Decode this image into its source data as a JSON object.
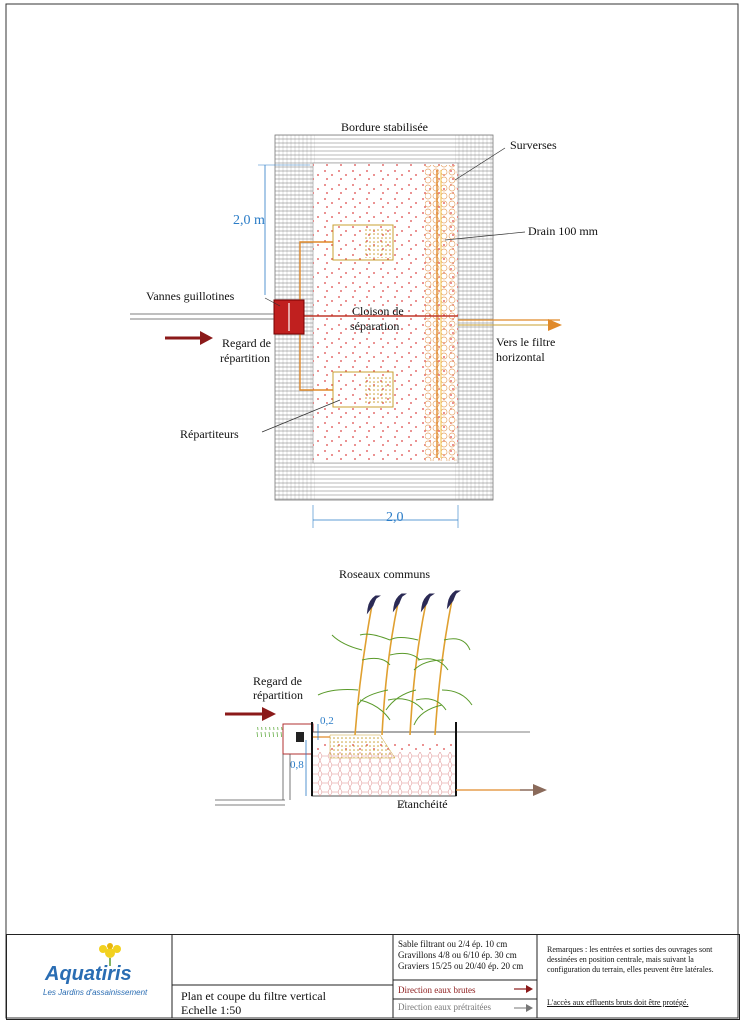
{
  "plan": {
    "top_label": "Bordure stabilisée",
    "surverses": "Surverses",
    "drain": "Drain 100 mm",
    "vannes": "Vannes guillotines",
    "cloison_1": "Cloison de",
    "cloison_2": "séparation",
    "regard_1": "Regard de",
    "regard_2": "répartition",
    "vers_1": "Vers le filtre",
    "vers_2": "horizontal",
    "repartiteurs": "Répartiteurs",
    "dim_vertical": "2,0 m",
    "dim_horizontal": "2,0"
  },
  "section": {
    "title": "Roseaux communs",
    "regard_1": "Regard de",
    "regard_2": "répartition",
    "dim_02": "0,2",
    "dim_08": "0,8",
    "etancheite": "Etanchéité"
  },
  "titleblock": {
    "logo_name": "Aquatiris",
    "logo_tagline": "Les Jardins d'assainissement",
    "title": "Plan et coupe du filtre vertical",
    "scale": "Echelle 1:50",
    "mat_1": "Sable filtrant ou 2/4 ép. 10 cm",
    "mat_2": "Gravillons 4/8 ou 6/10 ép. 30 cm",
    "mat_3": "Graviers 15/25 ou 20/40 ép. 20 cm",
    "legend_brutes": "Direction eaux brutes",
    "legend_pretraitees": "Direction eaux prétraitées",
    "remarks_1": "Remarques : les entrées et sorties des ouvrages sont",
    "remarks_2": "dessinées en position centrale, mais suivant la",
    "remarks_3": "configuration du terrain, elles peuvent être latérales.",
    "warning": "L'accès aux effluents bruts doit être protégé."
  },
  "colors": {
    "arrow_red": "#8b1a1a",
    "dim_blue": "#2a7cc7",
    "pipe_orange": "#e08a2a",
    "reed_dark": "#2b2a55",
    "reed_green": "#5a9a2a"
  }
}
